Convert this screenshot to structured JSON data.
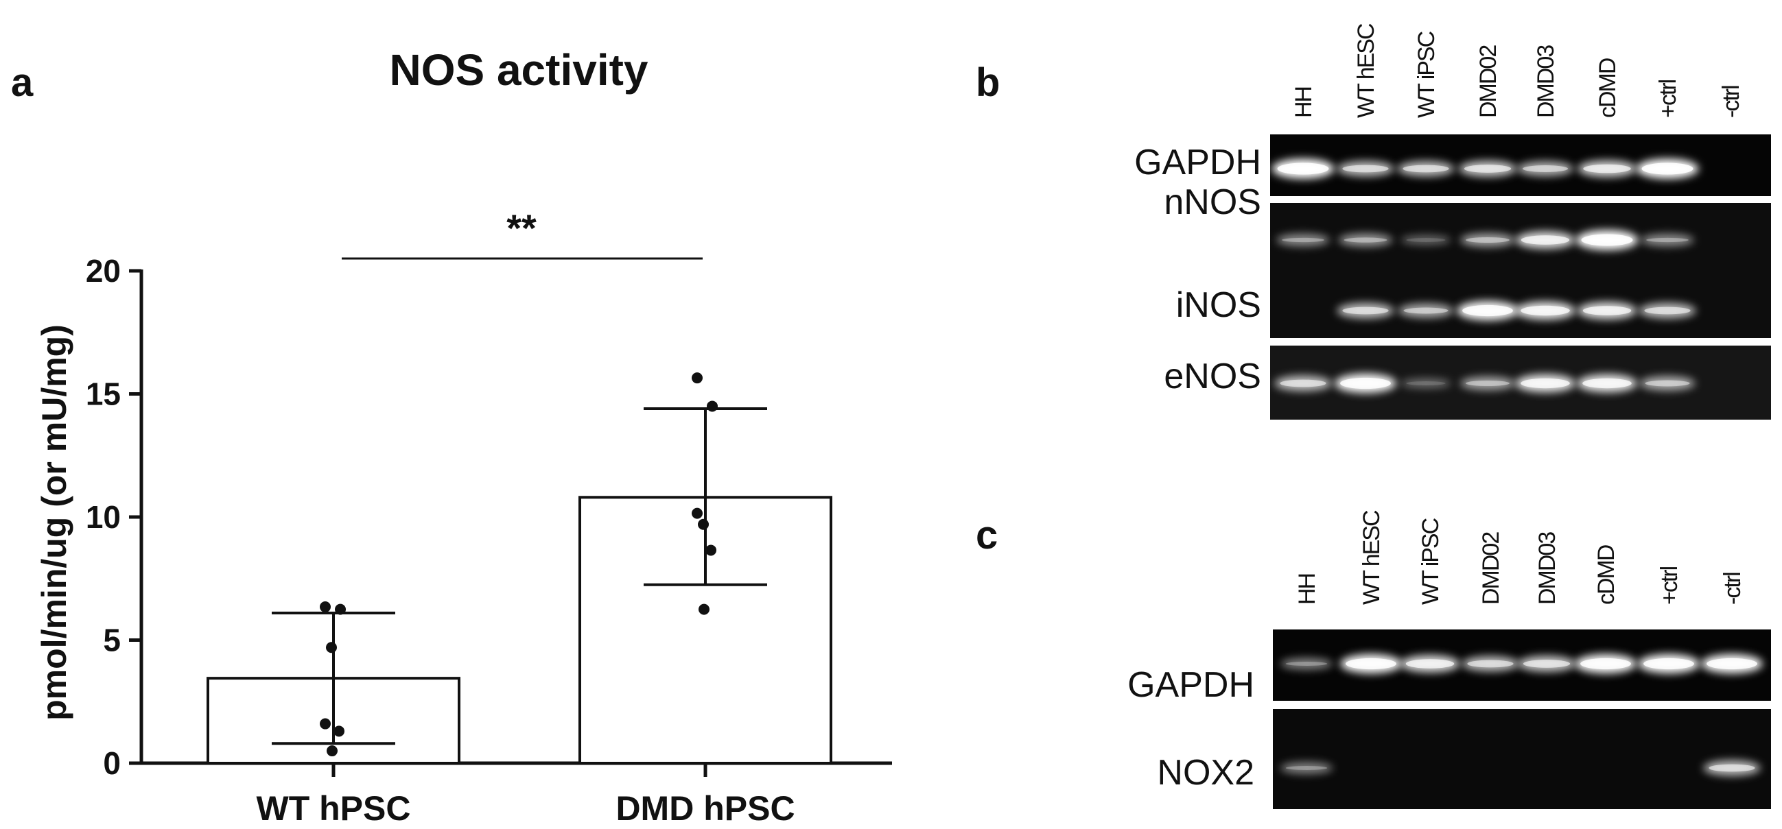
{
  "panels": {
    "a": "a",
    "b": "b",
    "c": "c"
  },
  "chart_data": {
    "type": "bar",
    "title": "NOS activity",
    "ylabel": "pmol/min/ug (or mU/mg)",
    "xlabel": "",
    "categories": [
      "WT hPSC",
      "DMD hPSC"
    ],
    "values": [
      3.45,
      10.8
    ],
    "error": [
      {
        "low": 0.8,
        "high": 6.1
      },
      {
        "low": 7.25,
        "high": 14.4
      }
    ],
    "points": [
      [
        6.35,
        6.25,
        4.7,
        1.6,
        1.3,
        0.5
      ],
      [
        15.65,
        14.5,
        9.7,
        10.15,
        8.65,
        6.25
      ]
    ],
    "ylim": [
      0,
      20
    ],
    "yticks": [
      0,
      5,
      10,
      15,
      20
    ],
    "significance": "**",
    "grid": false,
    "colors": {
      "bar_fill": "#ffffff",
      "bar_edge": "#111111",
      "point": "#111111"
    }
  },
  "gel_b": {
    "lanes": [
      "HH",
      "WT hESC",
      "WT iPSC",
      "DMD02",
      "DMD03",
      "cDMD",
      "+ctrl",
      "-ctrl"
    ],
    "genes": [
      "GAPDH",
      "nNOS",
      "iNOS",
      "eNOS"
    ],
    "intensity": {
      "GAPDH": [
        0.95,
        0.6,
        0.6,
        0.65,
        0.55,
        0.7,
        0.95,
        0
      ],
      "nNOS": [
        0.35,
        0.4,
        0.15,
        0.45,
        0.75,
        0.95,
        0.35,
        0
      ],
      "iNOS": [
        0,
        0.6,
        0.5,
        0.9,
        0.8,
        0.75,
        0.6,
        0
      ],
      "eNOS": [
        0.6,
        0.9,
        0.15,
        0.45,
        0.8,
        0.8,
        0.5,
        0
      ]
    }
  },
  "gel_c": {
    "lanes": [
      "HH",
      "WT hESC",
      "WT iPSC",
      "DMD02",
      "DMD03",
      "cDMD",
      "+ctrl",
      "-ctrl"
    ],
    "genes": [
      "GAPDH",
      "NOX2"
    ],
    "intensity": {
      "GAPDH": [
        0.3,
        0.9,
        0.75,
        0.6,
        0.65,
        0.9,
        0.9,
        0.9
      ],
      "NOX2": [
        0.3,
        0,
        0,
        0,
        0,
        0,
        0,
        0.6
      ]
    }
  }
}
